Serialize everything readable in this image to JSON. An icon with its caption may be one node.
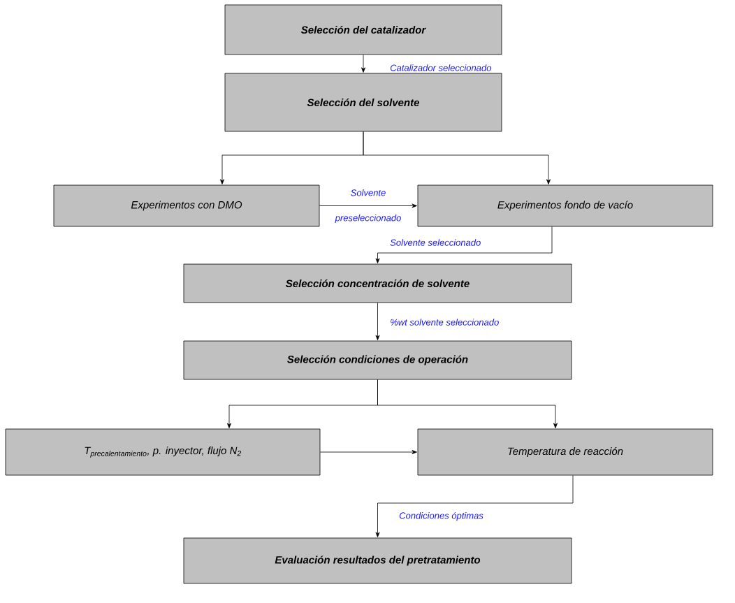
{
  "diagram": {
    "nodes": [
      {
        "text": [
          "Selección del catalizador"
        ]
      },
      {
        "text": [
          "Selección del solvente"
        ]
      },
      {
        "text": [
          "Experimentos con DMO"
        ]
      },
      {
        "text": [
          "Experimentos fondo de vacío"
        ]
      },
      {
        "text": [
          "Selección concentración de solvente"
        ]
      },
      {
        "text": [
          "Selección condiciones de operación"
        ]
      },
      {
        "text": [
          "\\textit{T}_{\\text{\\itshape precalentamiento}}\\text{\\itshape , p. inyector, flujo }\\textit{N}_{\\text{\\itshape 2}}"
        ]
      },
      {
        "text": [
          "Temperatura de reacción"
        ]
      },
      {
        "text": [
          "Evaluación resultados del pretratamiento"
        ]
      }
    ],
    "edges": [
      {
        "from": 0,
        "to": 1,
        "arrow": "to",
        "label": "Catalizador seleccionado"
      },
      {
        "from": 1,
        "to": 2,
        "arrow": "to"
      },
      {
        "from": 1,
        "to": 3,
        "arrow": "to"
      },
      {
        "from": 2,
        "to": 3,
        "arrow": "to",
        "label": "Solvente preseleccionado"
      },
      {
        "from": 3,
        "to": 4,
        "arrow": "to",
        "label": "Solvente seleccionado"
      },
      {
        "from": 4,
        "to": 5,
        "arrow": "to",
        "label": "%wt solvente seleccionado"
      },
      {
        "from": 5,
        "to": 6,
        "arrow": "to"
      },
      {
        "from": 5,
        "to": 7,
        "arrow": "to"
      },
      {
        "from": 6,
        "to": 7,
        "arrow": "to"
      },
      {
        "from": 7,
        "to": 8,
        "arrow": "to",
        "label": "Condiciones óptimas"
      }
    ]
  }
}
